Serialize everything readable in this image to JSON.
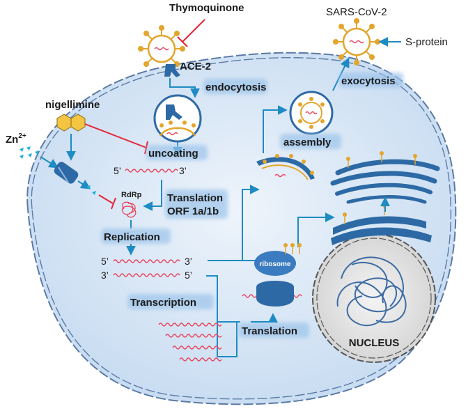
{
  "labels": {
    "thymoquinone": "Thymoquinone",
    "sars_cov_2": "SARS-CoV-2",
    "s_protein": "S-protein",
    "ace2": "ACE-2",
    "endocytosis": "endocytosis",
    "exocytosis": "exocytosis",
    "nigellimine": "nigellimine",
    "zinc": "Zn",
    "zinc_charge": "2+",
    "uncoating": "uncoating",
    "assembly": "assembly",
    "five_prime": "5’",
    "three_prime": "3’",
    "rdrp": "RdRp",
    "translation_1": "Translation",
    "orf": "ORF 1a/1b",
    "replication": "Replication",
    "ribosome": "ribosome",
    "transcription": "Transcription",
    "translation_2": "Translation",
    "nucleus": "NUCLEUS"
  },
  "colors": {
    "cell_fill": "#dce9f7",
    "membrane": "#5b7aa6",
    "arrow_blue": "#1e8bc3",
    "inhibit_red": "#e32636",
    "rna_pink": "#e8455d",
    "virus_gold": "#e3a52b",
    "er_blue": "#2d6aa5",
    "nucleus_fill": "#e6e6e6",
    "chromatin": "#3c6ba3",
    "label_glow": "#9cc4ea"
  },
  "icons": [
    "virus-icon",
    "ace2-receptor-icon",
    "endosome-icon",
    "nigellimine-hexagon-icon",
    "zinc-ion-icon",
    "zinc-channel-icon",
    "rdrp-polymerase-icon",
    "ribosome-icon",
    "golgi-icon",
    "er-icon",
    "nucleus-icon",
    "vesicle-icon"
  ]
}
